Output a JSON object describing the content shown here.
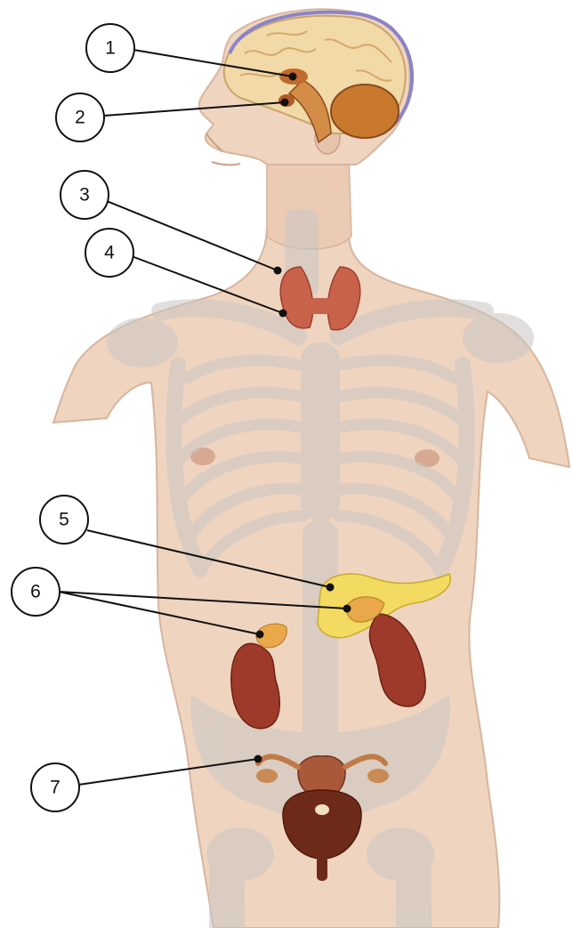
{
  "colors": {
    "skin": "#efd4bf",
    "skin_shadow": "#dcb9a2",
    "bone": "#c9c6c4",
    "brain": "#f1d9a8",
    "gland_red": "#c9624a",
    "kidney": "#9e3a2a",
    "adrenal": "#e9a94a",
    "pancreas": "#f3db62",
    "reproductive": "#a9593a",
    "line": "#111111"
  },
  "callouts": [
    {
      "label": "1"
    },
    {
      "label": "2"
    },
    {
      "label": "3"
    },
    {
      "label": "4"
    },
    {
      "label": "5"
    },
    {
      "label": "6"
    },
    {
      "label": "7"
    }
  ]
}
